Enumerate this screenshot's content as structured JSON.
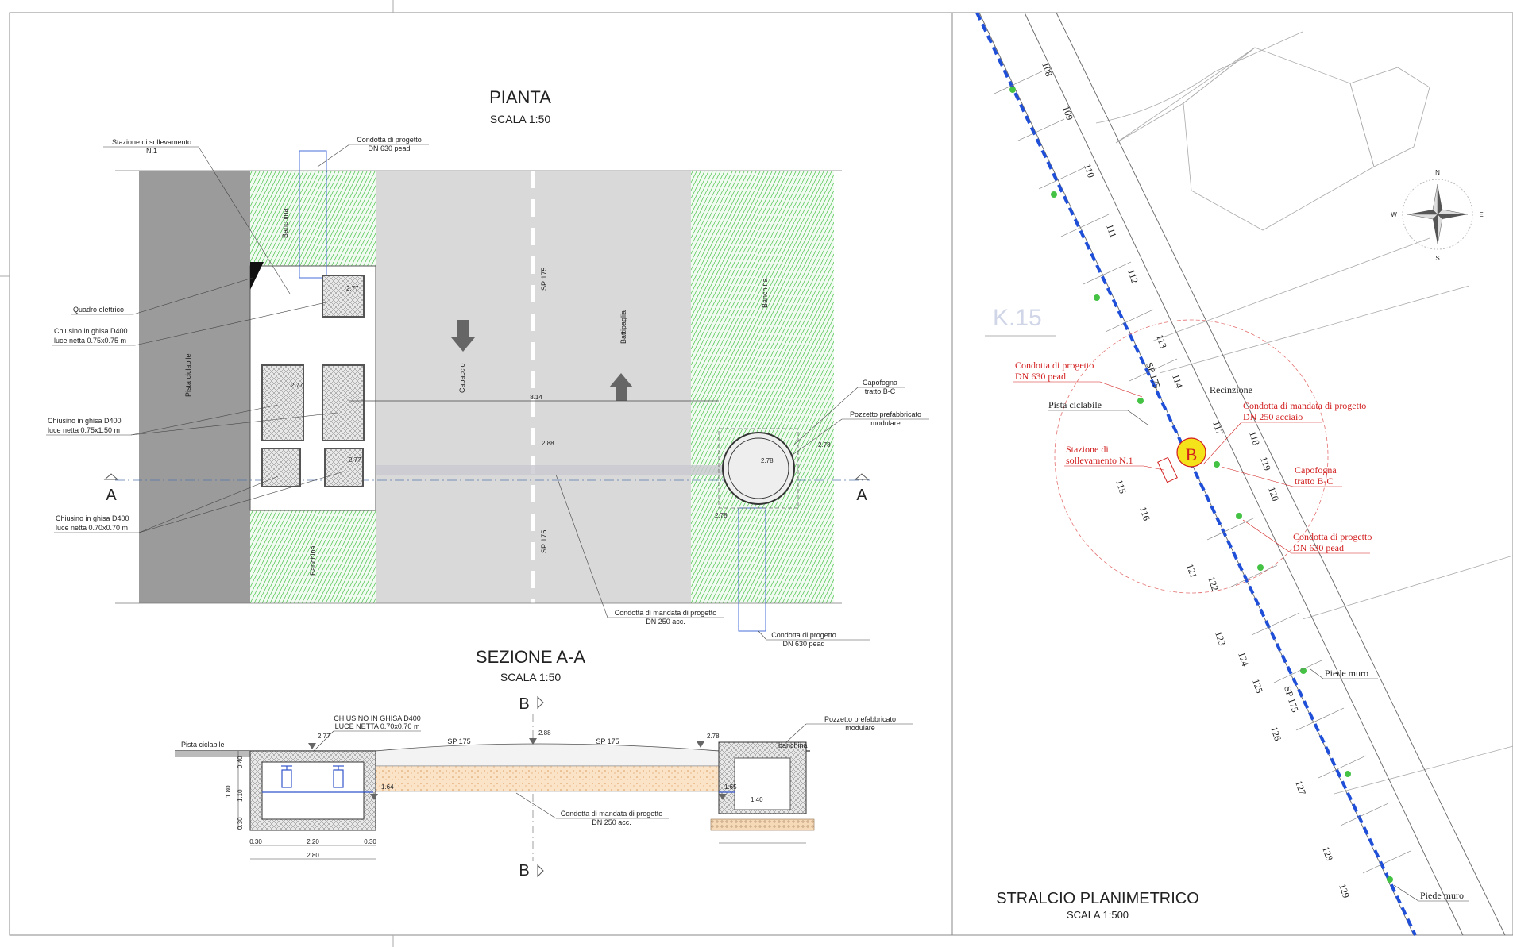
{
  "colors": {
    "green": "#44c244",
    "blue_pipe": "#1f4fd8",
    "red": "#d21e1e",
    "road": "#d9d9d9",
    "dark": "#9b9b9b",
    "yellow": "#f4e21a"
  },
  "pianta": {
    "title": "PIANTA",
    "scale": "SCALA 1:50",
    "labels": {
      "stazione": "Stazione di sollevamento",
      "stazione_n": "N.1",
      "condotta_top1": "Condotta di progetto",
      "condotta_top2": "DN 630 pead",
      "quadro": "Quadro elettrico",
      "chiusino1_a": "Chiusino in ghisa D400",
      "chiusino1_b": "luce netta 0.75x0.75 m",
      "chiusino2_a": "Chiusino in ghisa D400",
      "chiusino2_b": "luce netta 0.75x1.50 m",
      "chiusino3_a": "Chiusino in ghisa D400",
      "chiusino3_b": "luce netta 0.70x0.70 m",
      "capofogna_a": "Capofogna",
      "capofogna_b": "tratto B-C",
      "pozzetto_a": "Pozzetto prefabbricato",
      "pozzetto_b": "modulare",
      "mandata_a": "Condotta di mandata di progetto",
      "mandata_b": "DN 250 acc.",
      "condotta_bot_a": "Condotta di progetto",
      "condotta_bot_b": "DN 630 pead",
      "banchina": "Banchina",
      "pista": "Pista ciclabile",
      "sp": "SP 175",
      "capaccio": "Capaccio",
      "battipaglia": "Battipaglia",
      "dim": "8.14",
      "a": "A",
      "e277": "2.77",
      "e288": "2.88",
      "e278": "2.78"
    }
  },
  "sezione": {
    "title": "SEZIONE  A-A",
    "scale": "SCALA 1:50",
    "b": "B",
    "labels": {
      "chiusino_a": "CHIUSINO IN GHISA D400",
      "chiusino_b": "LUCE NETTA 0.70x0.70 m",
      "pista": "Pista ciclabile",
      "sp": "SP 175",
      "pozzetto_a": "Pozzetto prefabbricato",
      "pozzetto_b": "modulare",
      "banchina": "banchina",
      "mandata_a": "Condotta di mandata di progetto",
      "mandata_b": "DN 250 acc.",
      "e277": "2.77",
      "e288": "2.88",
      "e278": "2.78",
      "e164": "1.64",
      "e165": "1.65",
      "e140": "1.40",
      "d040": "0.40",
      "d110": "1.10",
      "d180": "1.80",
      "d030a": "0.30",
      "d030b": "0.30",
      "d030c": "0.30",
      "d220": "2.20",
      "d280": "2.80"
    }
  },
  "stralcio": {
    "title": "STRALCIO PLANIMETRICO",
    "scale": "SCALA 1:500",
    "k": "K.15",
    "b_marker": "B",
    "labels": {
      "condotta1_a": "Condotta di progetto",
      "condotta1_b": "DN 630 pead",
      "pista": "Pista ciclabile",
      "recinzione": "Recinzione",
      "mandata_a": "Condotta di mandata di progetto",
      "mandata_b": "DN 250 acciaio",
      "stazione_a": "Stazione di",
      "stazione_b": "sollevamento N.1",
      "capofogna_a": "Capofogna",
      "capofogna_b": "tratto B-C",
      "condotta2_a": "Condotta di progetto",
      "condotta2_b": "DN 630 pead",
      "piede1": "Piede muro",
      "piede2": "Piede muro",
      "sp1": "SP 175",
      "sp2": "SP 175"
    },
    "sections": [
      "108",
      "109",
      "110",
      "111",
      "112",
      "113",
      "114",
      "115",
      "116",
      "117",
      "118",
      "119",
      "120",
      "121",
      "122",
      "123",
      "124",
      "125",
      "126",
      "127",
      "128",
      "129"
    ],
    "compass": {
      "n": "N",
      "s": "S",
      "e": "E",
      "w": "W"
    }
  }
}
